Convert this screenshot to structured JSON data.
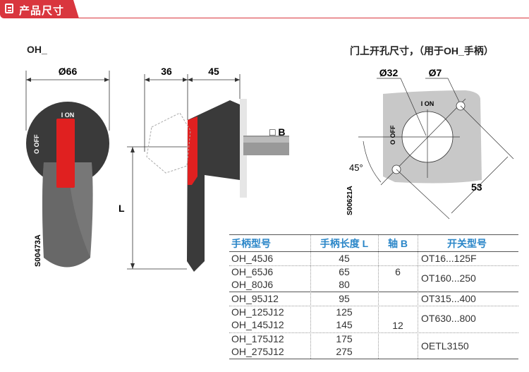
{
  "header": {
    "title": "产品尺寸",
    "icon": "document-icon",
    "accent": "#d9363e"
  },
  "left_drawing": {
    "model_label": "OH_",
    "diameter": "Ø66",
    "on_label": "I ON",
    "off_label": "O OFF",
    "code": "S00473A"
  },
  "side_drawing": {
    "dim_a": "36",
    "dim_b": "45",
    "shaft_label": "□ B",
    "length_label": "L"
  },
  "cutout_drawing": {
    "title": "门上开孔尺寸，（用于OH_手柄）",
    "hole_large": "Ø32",
    "hole_small": "Ø7",
    "on_label": "I ON",
    "off_label": "O OFF",
    "angle": "45°",
    "distance": "53",
    "code": "S00621A"
  },
  "table": {
    "headers": [
      "手柄型号",
      "手柄长度 L",
      "轴 B",
      "开关型号"
    ],
    "rows": [
      {
        "model": "OH_45J6",
        "length": "45"
      },
      {
        "model": "OH_65J6",
        "length": "65"
      },
      {
        "model": "OH_80J6",
        "length": "80"
      },
      {
        "model": "OH_95J12",
        "length": "95"
      },
      {
        "model": "OH_125J12",
        "length": "125"
      },
      {
        "model": "OH_145J12",
        "length": "145"
      },
      {
        "model": "OH_175J12",
        "length": "175"
      },
      {
        "model": "OH_275J12",
        "length": "275"
      }
    ],
    "shafts": [
      "6",
      "12"
    ],
    "switches": [
      "OT16...125F",
      "OT160...250",
      "OT315...400",
      "OT630...800",
      "OETL3150"
    ]
  }
}
